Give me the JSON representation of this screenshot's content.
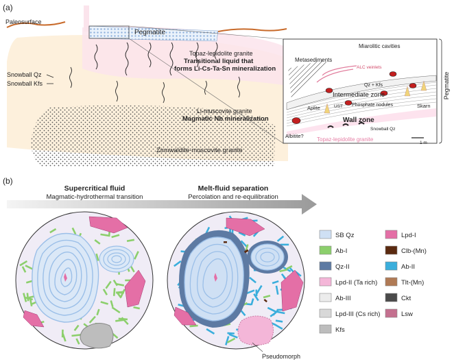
{
  "panel_a": {
    "label": "(a)",
    "paleosurface": "Paleosurface",
    "pegmatite": "Pegmatite",
    "topaz_granite": "Topaz-lepidolite granite",
    "transitional_line1": "Transitional liquid that",
    "transitional_line2": "forms Li-Cs-Ta-Sn mineralization",
    "snowball_qz": "Snowball Qz",
    "snowball_kfs": "Snowball Kfs",
    "li_muscovite": "Li-muscovite granite",
    "magmatic_nb": "Magmatic Nb mineralization",
    "zinnwaldite": "Zinnwaldite-muscovite granite",
    "inset": {
      "miarolitic": "Miarolitic cavities",
      "metasediments": "Metasediments",
      "alc_veinlets": "ALC veinlets",
      "qz_kfs": "Qz + Kfs",
      "intermediate_zone": "Intermediate zone",
      "aplite": "Aplite",
      "ust": "UST",
      "phosphate_nodules": "Phosphate nodules",
      "skarn": "Skarn",
      "wall_zone": "Wall zone",
      "albitite": "Albitite?",
      "snowball_qz": "Snowball Qz",
      "topaz_granite": "Topaz-lepidolite granite",
      "scale": "1 m",
      "pegmatite_side": "Pegmatite"
    }
  },
  "panel_b": {
    "label": "(b)",
    "left_title": "Supercritical fluid",
    "left_subtitle": "Magmatic-hydrothermal transition",
    "right_title": "Melt-fluid separation",
    "right_subtitle": "Percolation and re-equilibration",
    "pseudomorph": "Pseudomorph"
  },
  "legend": [
    {
      "label": "SB Qz",
      "color": "#cfe0f4"
    },
    {
      "label": "Ab-I",
      "color": "#8ccf6c"
    },
    {
      "label": "Qz-II",
      "color": "#5d7aa3"
    },
    {
      "label": "Lpd-II (Ta rich)",
      "color": "#f4b6d8"
    },
    {
      "label": "Ab-III",
      "color": "#ececec"
    },
    {
      "label": "Lpd-III (Cs rich)",
      "color": "#d8d8d8"
    },
    {
      "label": "Kfs",
      "color": "#bdbdbd"
    },
    {
      "label": "Lpd-I",
      "color": "#e46fa6"
    },
    {
      "label": "Clb-(Mn)",
      "color": "#5a2a10"
    },
    {
      "label": "Ab-II",
      "color": "#3aaedc"
    },
    {
      "label": "Tlt-(Mn)",
      "color": "#b07a55"
    },
    {
      "label": "Ckt",
      "color": "#4a4a4a"
    },
    {
      "label": "Lsw",
      "color": "#c4708f"
    }
  ]
}
